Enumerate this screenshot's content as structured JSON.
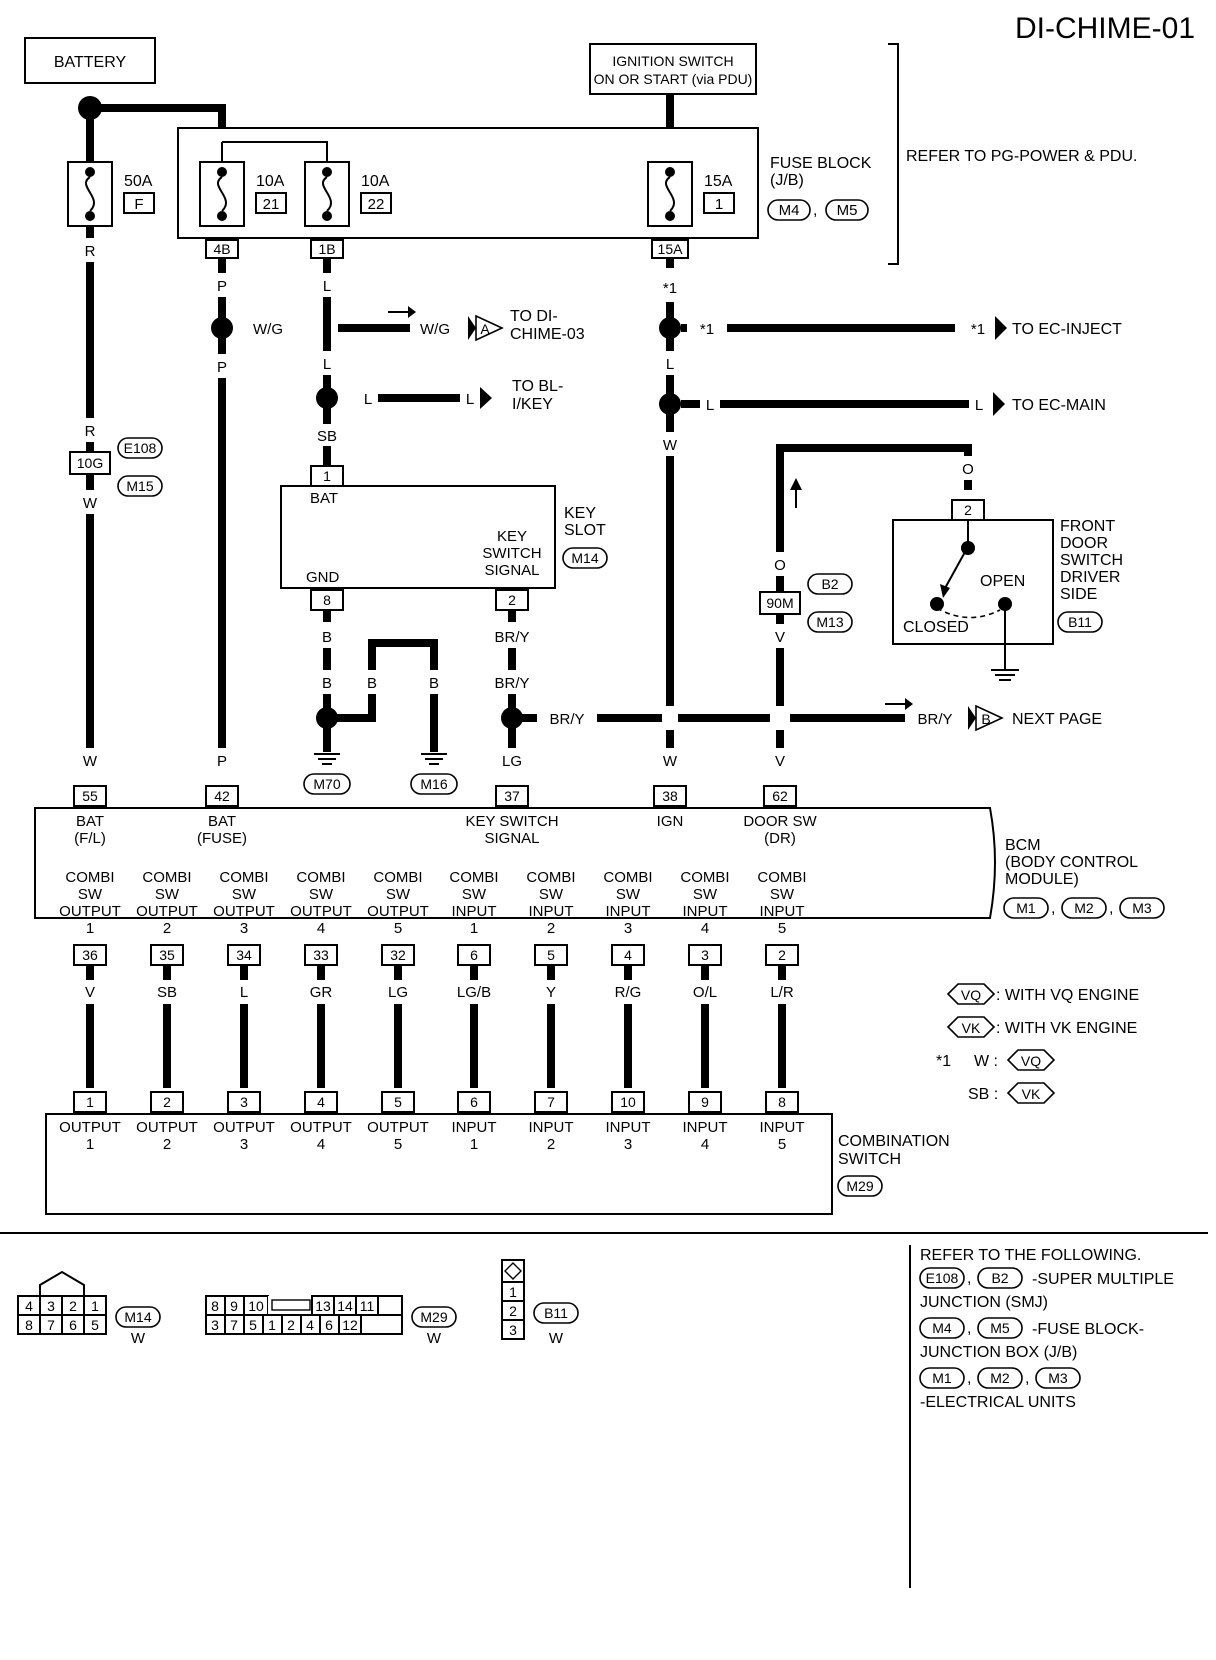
{
  "title": "DI-CHIME-01",
  "power": {
    "battery": "BATTERY",
    "ignition_line1": "IGNITION SWITCH",
    "ignition_line2": "ON OR START (via PDU)"
  },
  "fuse_block": {
    "title_line1": "FUSE BLOCK",
    "title_line2": "(J/B)",
    "connectors": [
      "M4",
      "M5"
    ],
    "refer": "REFER TO PG-POWER & PDU.",
    "fuses": [
      {
        "amp": "50A",
        "id": "F"
      },
      {
        "amp": "10A",
        "id": "21"
      },
      {
        "amp": "10A",
        "id": "22"
      },
      {
        "amp": "15A",
        "id": "1"
      }
    ],
    "outputs": [
      "4B",
      "1B",
      "15A"
    ]
  },
  "wire_colors": {
    "r": "R",
    "w": "W",
    "p": "P",
    "l": "L",
    "wg": "W/G",
    "sb": "SB",
    "b": "B",
    "bry": "BR/Y",
    "lg": "LG",
    "o": "O",
    "v": "V",
    "star1": "*1"
  },
  "destinations": {
    "a_letter": "A",
    "a_line1": "TO DI-",
    "a_line2": "CHIME-03",
    "blkey_line1": "TO BL-",
    "blkey_line2": "I/KEY",
    "ec_inject": "TO EC-INJECT",
    "ec_main": "TO EC-MAIN",
    "b_letter": "B",
    "next_page": "NEXT PAGE"
  },
  "joint": {
    "pin": "10G",
    "conn1": "E108",
    "conn2": "M15"
  },
  "key_slot": {
    "line1": "KEY",
    "line2": "SLOT",
    "connector": "M14",
    "bat": "BAT",
    "gnd": "GND",
    "sig1": "KEY",
    "sig2": "SWITCH",
    "sig3": "SIGNAL",
    "pin_bat": "1",
    "pin_gnd": "8",
    "pin_sig": "2"
  },
  "grounds": [
    "M70",
    "M16"
  ],
  "door_switch": {
    "line1": "FRONT",
    "line2": "DOOR",
    "line3": "SWITCH",
    "line4": "DRIVER",
    "line5": "SIDE",
    "connector": "B11",
    "pin": "2",
    "open": "OPEN",
    "closed": "CLOSED"
  },
  "door_joint": {
    "pin": "90M",
    "conn1": "B2",
    "conn2": "M13"
  },
  "bcm": {
    "title_line1": "BCM",
    "title_line2": "(BODY CONTROL",
    "title_line3": "MODULE)",
    "connectors": [
      "M1",
      "M2",
      "M3"
    ],
    "top_pins": [
      {
        "pin": "55",
        "l1": "BAT",
        "l2": "(F/L)"
      },
      {
        "pin": "42",
        "l1": "BAT",
        "l2": "(FUSE)"
      },
      {
        "pin": "37",
        "l1": "KEY SWITCH",
        "l2": "SIGNAL"
      },
      {
        "pin": "38",
        "l1": "IGN",
        "l2": ""
      },
      {
        "pin": "62",
        "l1": "DOOR SW",
        "l2": "(DR)"
      }
    ],
    "bottom": [
      {
        "l1": "COMBI",
        "l2": "SW",
        "l3": "OUTPUT",
        "l4": "1",
        "pin": "36",
        "wire": "V"
      },
      {
        "l1": "COMBI",
        "l2": "SW",
        "l3": "OUTPUT",
        "l4": "2",
        "pin": "35",
        "wire": "SB"
      },
      {
        "l1": "COMBI",
        "l2": "SW",
        "l3": "OUTPUT",
        "l4": "3",
        "pin": "34",
        "wire": "L"
      },
      {
        "l1": "COMBI",
        "l2": "SW",
        "l3": "OUTPUT",
        "l4": "4",
        "pin": "33",
        "wire": "GR"
      },
      {
        "l1": "COMBI",
        "l2": "SW",
        "l3": "OUTPUT",
        "l4": "5",
        "pin": "32",
        "wire": "LG"
      },
      {
        "l1": "COMBI",
        "l2": "SW",
        "l3": "INPUT",
        "l4": "1",
        "pin": "6",
        "wire": "LG/B"
      },
      {
        "l1": "COMBI",
        "l2": "SW",
        "l3": "INPUT",
        "l4": "2",
        "pin": "5",
        "wire": "Y"
      },
      {
        "l1": "COMBI",
        "l2": "SW",
        "l3": "INPUT",
        "l4": "3",
        "pin": "4",
        "wire": "R/G"
      },
      {
        "l1": "COMBI",
        "l2": "SW",
        "l3": "INPUT",
        "l4": "4",
        "pin": "3",
        "wire": "O/L"
      },
      {
        "l1": "COMBI",
        "l2": "SW",
        "l3": "INPUT",
        "l4": "5",
        "pin": "2",
        "wire": "L/R"
      }
    ]
  },
  "combination_switch": {
    "line1": "COMBINATION",
    "line2": "SWITCH",
    "connector": "M29",
    "pins": [
      {
        "pin": "1",
        "l1": "OUTPUT",
        "l2": "1"
      },
      {
        "pin": "2",
        "l1": "OUTPUT",
        "l2": "2"
      },
      {
        "pin": "3",
        "l1": "OUTPUT",
        "l2": "3"
      },
      {
        "pin": "4",
        "l1": "OUTPUT",
        "l2": "4"
      },
      {
        "pin": "5",
        "l1": "OUTPUT",
        "l2": "5"
      },
      {
        "pin": "6",
        "l1": "INPUT",
        "l2": "1"
      },
      {
        "pin": "7",
        "l1": "INPUT",
        "l2": "2"
      },
      {
        "pin": "10",
        "l1": "INPUT",
        "l2": "3"
      },
      {
        "pin": "9",
        "l1": "INPUT",
        "l2": "4"
      },
      {
        "pin": "8",
        "l1": "INPUT",
        "l2": "5"
      }
    ]
  },
  "legend": {
    "vq": "VQ",
    "vq_text": ": WITH VQ ENGINE",
    "vk": "VK",
    "vk_text": ": WITH VK ENGINE",
    "star": "*1",
    "w_label": "W :",
    "sb_label": "SB :"
  },
  "connector_views": {
    "m14": {
      "row1": [
        "4",
        "3",
        "2",
        "1"
      ],
      "row2": [
        "8",
        "7",
        "6",
        "5"
      ],
      "name": "M14",
      "color": "W"
    },
    "m29": {
      "row1": [
        "8",
        "9",
        "10",
        "13",
        "14",
        "11"
      ],
      "row2": [
        "3",
        "7",
        "5",
        "1",
        "2",
        "4",
        "6",
        "12"
      ],
      "name": "M29",
      "color": "W"
    },
    "b11": {
      "cells": [
        "1",
        "2",
        "3"
      ],
      "name": "B11",
      "color": "W"
    }
  },
  "refer": {
    "heading": "REFER TO THE FOLLOWING.",
    "smj_conns": [
      "E108",
      "B2"
    ],
    "smj_line1": "-SUPER MULTIPLE",
    "smj_line2": "JUNCTION (SMJ)",
    "jb_conns": [
      "M4",
      "M5"
    ],
    "jb_line1": "-FUSE BLOCK-",
    "jb_line2": "JUNCTION BOX (J/B)",
    "eu_conns": [
      "M1",
      "M2",
      "M3"
    ],
    "eu_line1": "-ELECTRICAL UNITS"
  }
}
